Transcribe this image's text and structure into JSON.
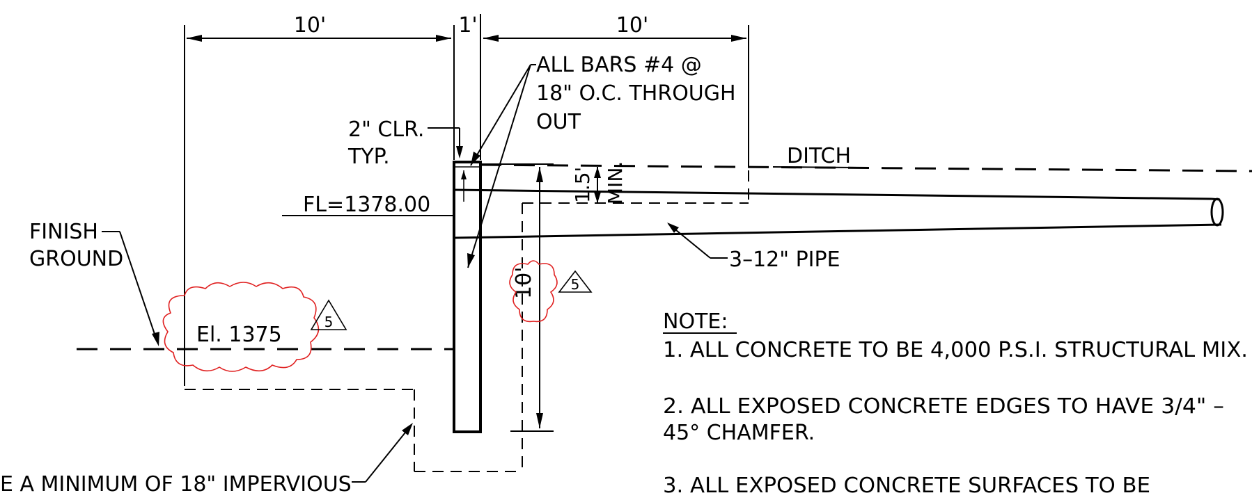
{
  "dimensions": {
    "left_width": "10'",
    "wall_width": "1'",
    "right_width": "10'",
    "cover_depth": "1.5'",
    "cover_min": "MIN.",
    "wall_height": "10'"
  },
  "labels": {
    "bars_line1": "ALL BARS #4 @",
    "bars_line2": "18\" O.C. THROUGH",
    "bars_line3": "OUT",
    "clear_line1": "2\" CLR.",
    "clear_line2": "TYP.",
    "ditch": "DITCH",
    "flowline": "FL=1378.00",
    "finish_line1": "FINISH",
    "finish_line2": "GROUND",
    "elevation": "El. 1375",
    "pipe": "3–12\" PIPE",
    "impervious": "E A MINIMUM OF 18\" IMPERVIOUS"
  },
  "revision": {
    "tag1": "5",
    "tag2": "5"
  },
  "notes": {
    "title": "NOTE:",
    "n1": "1. ALL CONCRETE TO BE 4,000 P.S.I. STRUCTURAL MIX.",
    "n2a": "2. ALL EXPOSED CONCRETE EDGES TO HAVE 3/4\" –",
    "n2b": "45° CHAMFER.",
    "n3": "3. ALL EXPOSED CONCRETE SURFACES TO BE"
  },
  "colors": {
    "linework": "#000000",
    "revision_cloud": "#e02020",
    "background": "#ffffff"
  }
}
